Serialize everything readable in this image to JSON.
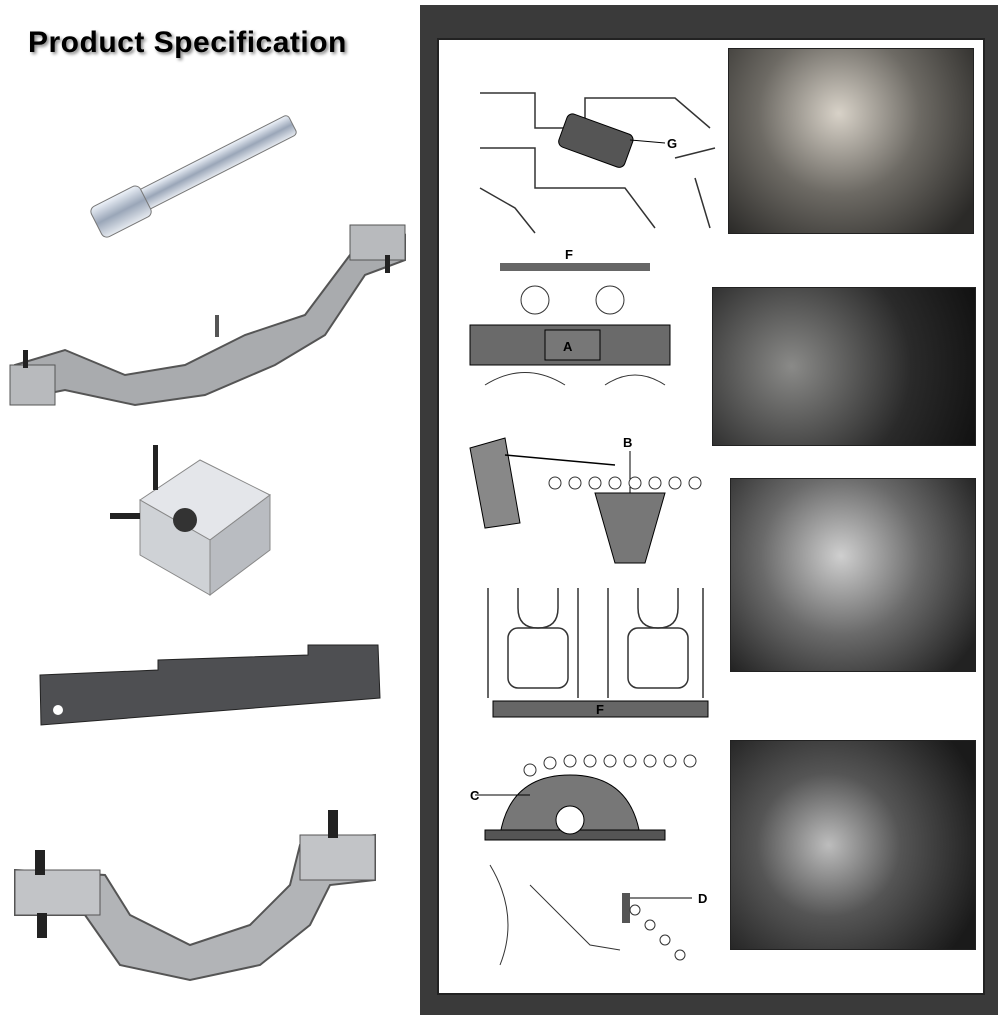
{
  "title": "Product Specification",
  "tools": [
    "pin-tool",
    "cam-locking-arc-tool",
    "locking-block",
    "cam-alignment-bar",
    "crank-locking-arc-tool"
  ],
  "diagram_labels": {
    "row1": "G",
    "row2_top": "F",
    "row2_block": "A",
    "row3": "B",
    "row4": "F",
    "row5_c": "C",
    "row5_d": "D"
  }
}
